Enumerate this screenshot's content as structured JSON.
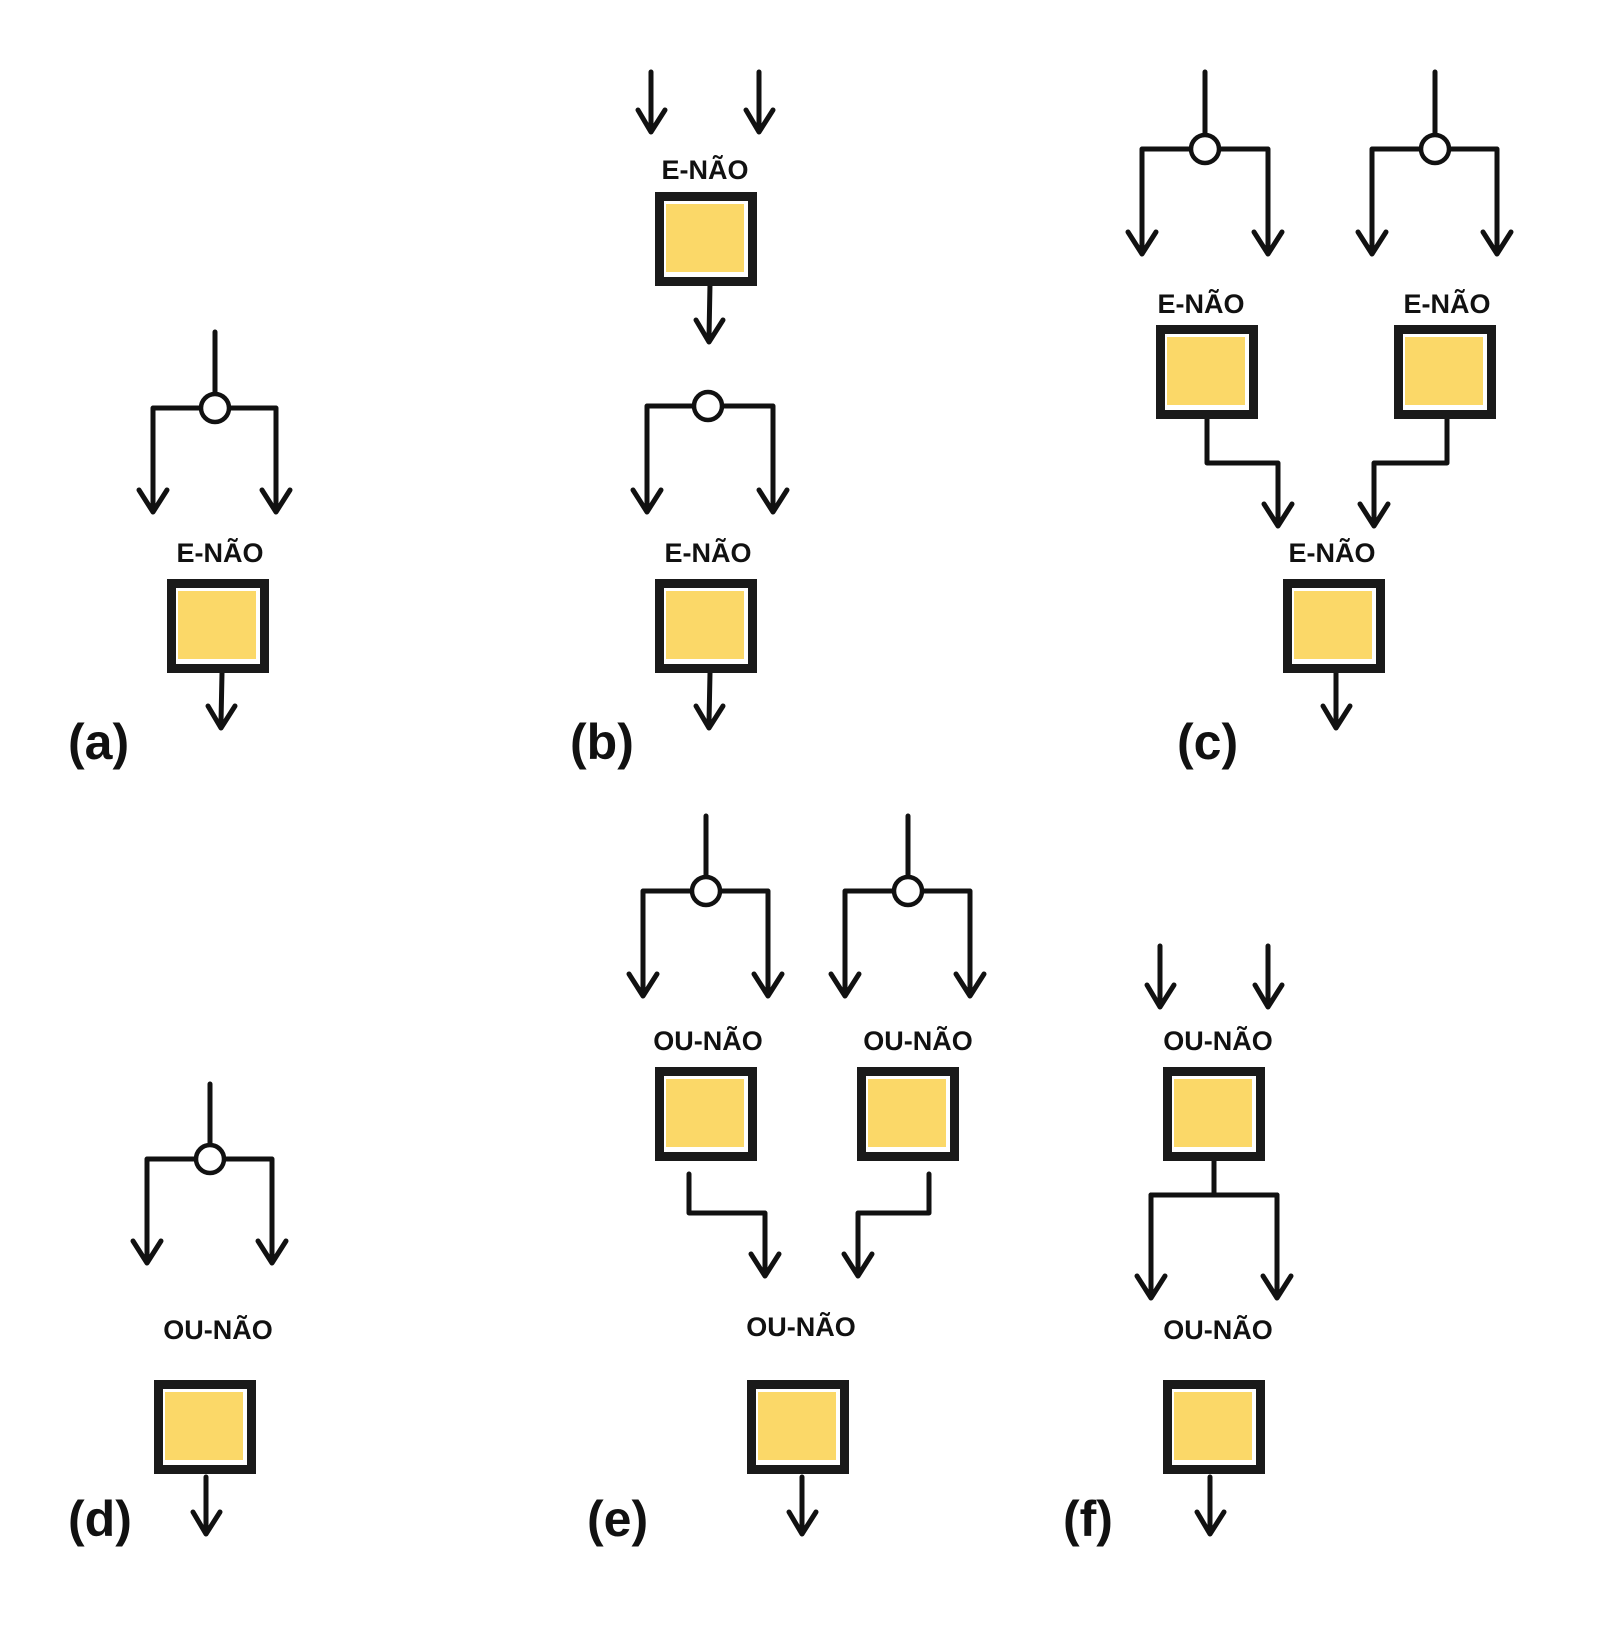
{
  "colors": {
    "gate_fill": "#fbd868",
    "ink": "#111111",
    "background": "#ffffff"
  },
  "panels": {
    "a": {
      "label": "(a)",
      "gates": [
        "E-NÃO"
      ]
    },
    "b": {
      "label": "(b)",
      "gates": [
        "E-NÃO",
        "E-NÃO"
      ]
    },
    "c": {
      "label": "(c)",
      "gates": [
        "E-NÃO",
        "E-NÃO",
        "E-NÃO"
      ]
    },
    "d": {
      "label": "(d)",
      "gates": [
        "OU-NÃO"
      ]
    },
    "e": {
      "label": "(e)",
      "gates": [
        "OU-NÃO",
        "OU-NÃO",
        "OU-NÃO"
      ]
    },
    "f": {
      "label": "(f)",
      "gates": [
        "OU-NÃO",
        "OU-NÃO"
      ]
    }
  }
}
